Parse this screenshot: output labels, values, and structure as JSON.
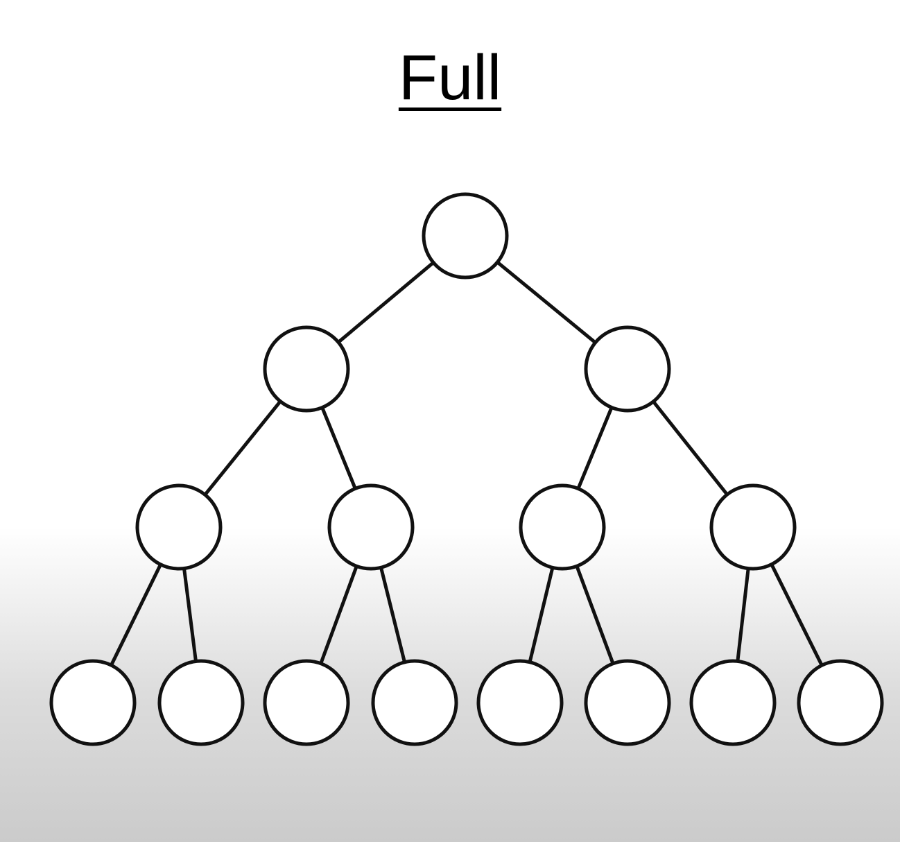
{
  "title": "Full",
  "tree": {
    "type": "binary-tree",
    "levels": 4,
    "node_counts_per_level": [
      1,
      2,
      4,
      8
    ],
    "nodes": [
      {
        "id": "n1",
        "level": 0
      },
      {
        "id": "n2",
        "level": 1,
        "parent": "n1"
      },
      {
        "id": "n3",
        "level": 1,
        "parent": "n1"
      },
      {
        "id": "n4",
        "level": 2,
        "parent": "n2"
      },
      {
        "id": "n5",
        "level": 2,
        "parent": "n2"
      },
      {
        "id": "n6",
        "level": 2,
        "parent": "n3"
      },
      {
        "id": "n7",
        "level": 2,
        "parent": "n3"
      },
      {
        "id": "n8",
        "level": 3,
        "parent": "n4"
      },
      {
        "id": "n9",
        "level": 3,
        "parent": "n4"
      },
      {
        "id": "n10",
        "level": 3,
        "parent": "n5"
      },
      {
        "id": "n11",
        "level": 3,
        "parent": "n5"
      },
      {
        "id": "n12",
        "level": 3,
        "parent": "n6"
      },
      {
        "id": "n13",
        "level": 3,
        "parent": "n6"
      },
      {
        "id": "n14",
        "level": 3,
        "parent": "n7"
      },
      {
        "id": "n15",
        "level": 3,
        "parent": "n7"
      }
    ]
  },
  "colors": {
    "stroke": "#111111",
    "node_fill": "#ffffff"
  }
}
